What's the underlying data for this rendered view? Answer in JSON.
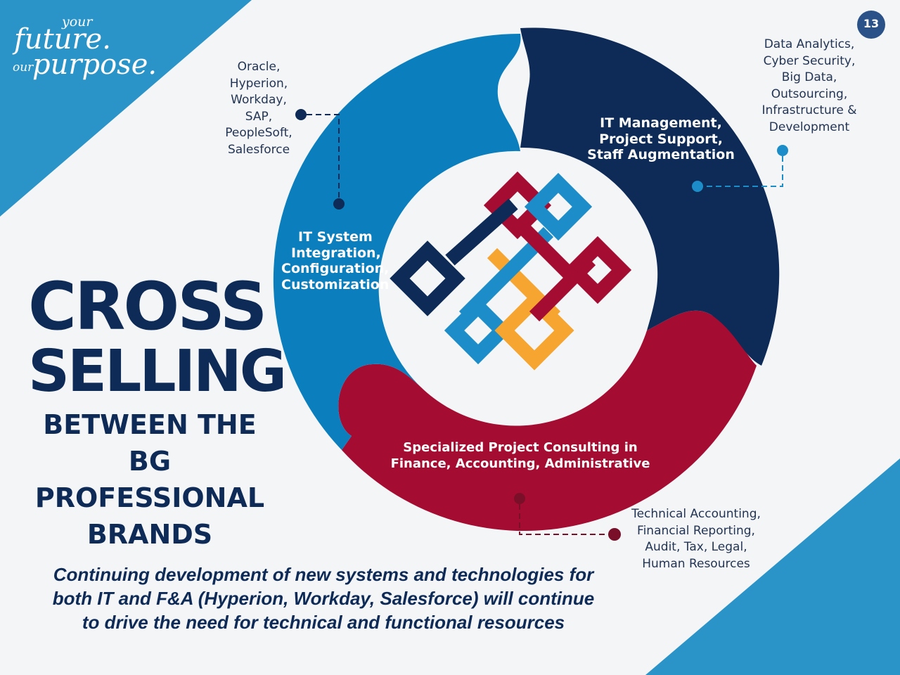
{
  "page_number": "13",
  "logo": {
    "line1": "your",
    "line2": "future.",
    "line3_small": "our",
    "line3_big": "purpose."
  },
  "heading": {
    "line1": "CROSS",
    "line2": "SELLING"
  },
  "subheading": {
    "line1": "BETWEEN THE",
    "line2": "BG PROFESSIONAL",
    "line3": "BRANDS"
  },
  "segments": {
    "it_system": [
      "IT System",
      "Integration,",
      "Configuration,",
      "Customization"
    ],
    "it_management": [
      "IT Management,",
      "Project Support,",
      "Staff Augmentation"
    ],
    "consulting": [
      "Specialized Project Consulting in",
      "Finance, Accounting, Administrative"
    ]
  },
  "callouts": {
    "erp": [
      "Oracle,",
      "Hyperion,",
      "Workday,",
      "SAP,",
      "PeopleSoft,",
      "Salesforce"
    ],
    "data": [
      "Data Analytics,",
      "Cyber Security,",
      "Big Data,",
      "Outsourcing,",
      "Infrastructure &",
      "Development"
    ],
    "accounting": [
      "Technical Accounting,",
      "Financial Reporting,",
      "Audit, Tax, Legal,",
      "Human Resources"
    ]
  },
  "bottom_text": [
    "Continuing development of new systems and technologies for",
    "both IT and F&A (Hyperion, Workday, Salesforce) will continue",
    "to drive the need for technical and functional resources"
  ],
  "colors": {
    "background": "#f4f5f7",
    "corner_blue": "#2a93c8",
    "segment_blue": "#0b7fbd",
    "segment_navy": "#0d2b56",
    "segment_red": "#a50c32",
    "knot_orange": "#f6a530",
    "knot_light_blue": "#1c8dc8",
    "text_navy": "#0d2b56"
  }
}
